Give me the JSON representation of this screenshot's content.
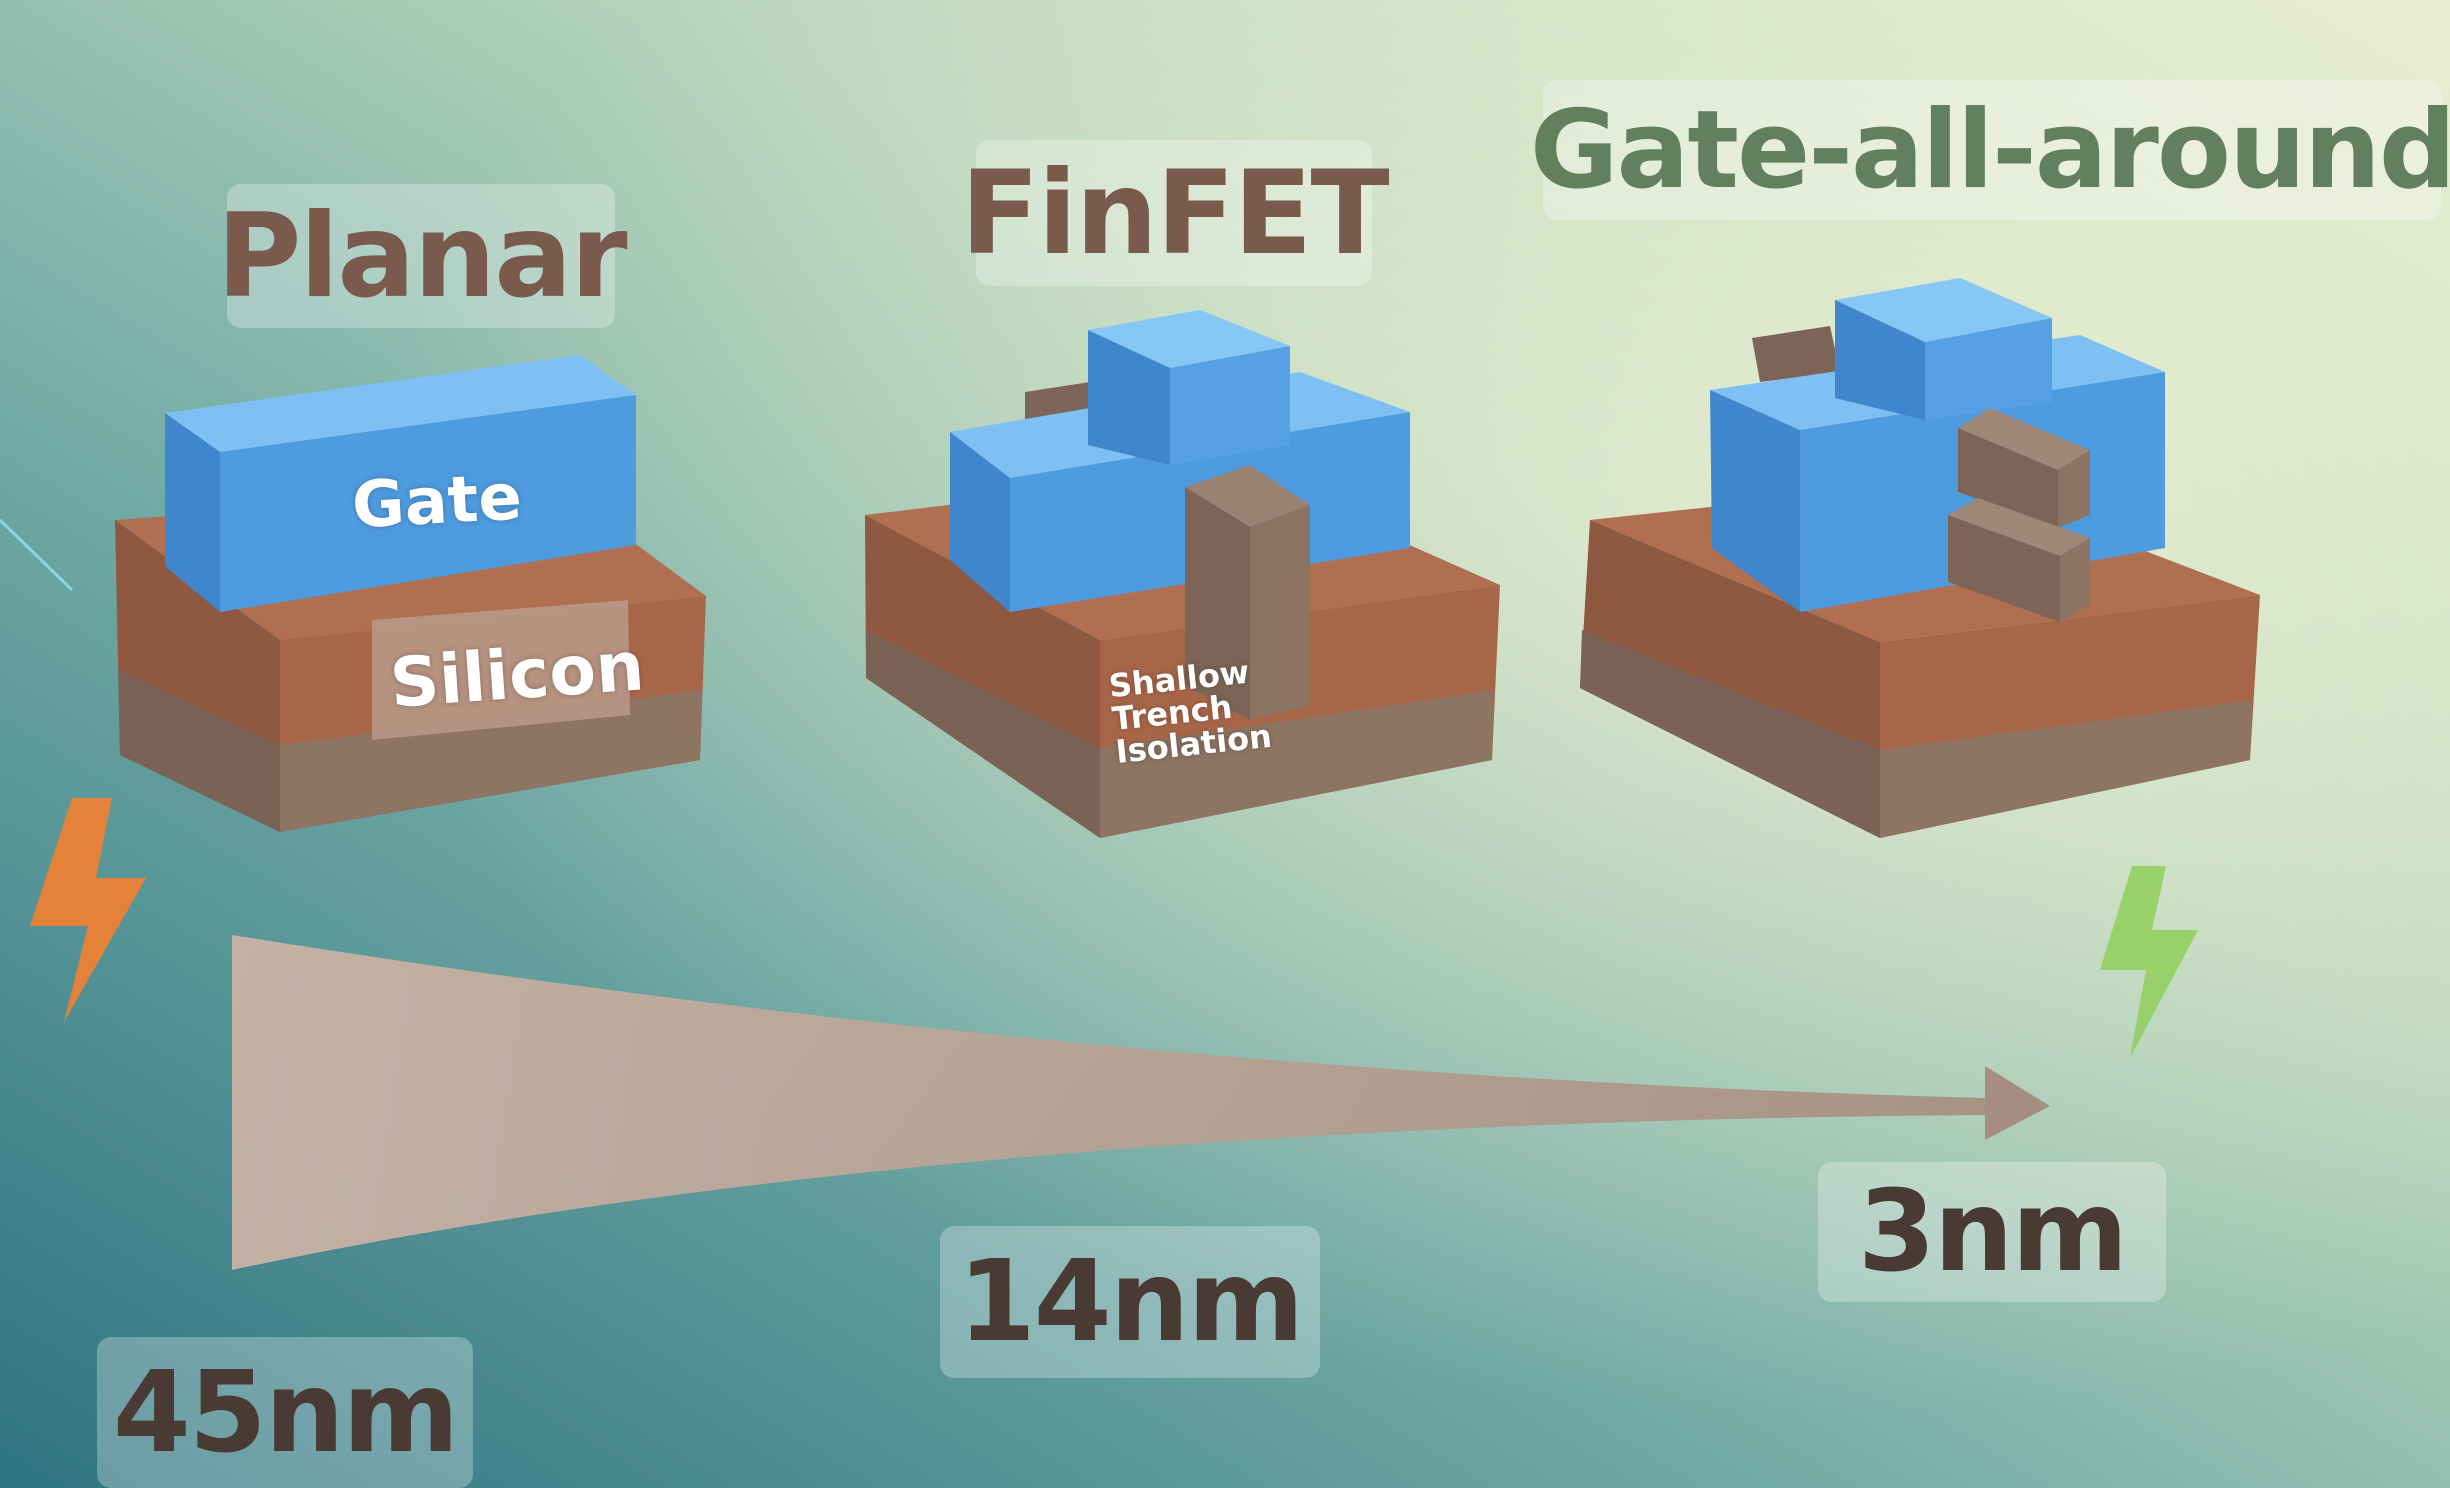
{
  "titles": {
    "planar": "Planar",
    "finfet": "FinFET",
    "gaa": "Gate-all-around"
  },
  "nodes": {
    "n45": "45nm",
    "n14": "14nm",
    "n3": "3nm"
  },
  "model_labels": {
    "gate": "Gate",
    "silicon": "Silicon",
    "sti": [
      "Shallow",
      "Trench",
      "Isolation"
    ]
  },
  "icons": {
    "left": "lightning-bolt-icon",
    "right": "lightning-bolt-icon"
  },
  "colors": {
    "gate_blue": "#4f9be0",
    "silicon_brown": "#a86649",
    "oxide_taupe": "#8b7462",
    "title_brown": "#7a5a4d",
    "title_green": "#62805e",
    "node_text": "#4a3a34",
    "bolt_orange": "#e5823a",
    "bolt_green": "#8fce5a",
    "arrow_fill": "#c9b2a4"
  }
}
